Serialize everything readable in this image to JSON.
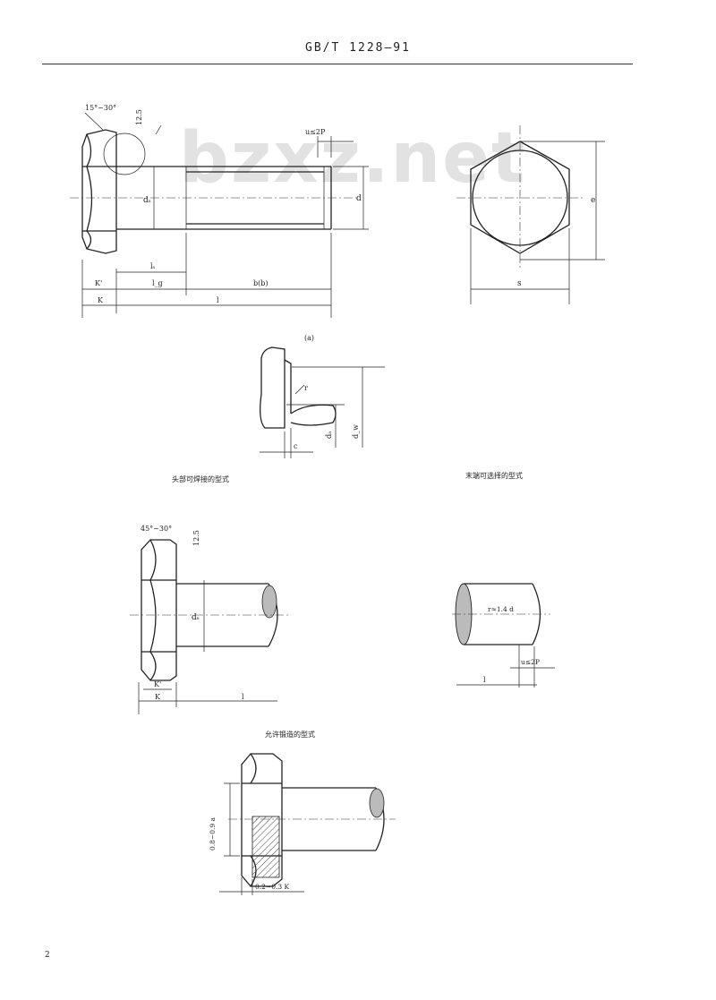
{
  "header": {
    "standard_no": "GB/T  1228—91"
  },
  "watermark": "bzxz.net",
  "page_number": "2",
  "figures": {
    "main_view": {
      "angle": "15°~30°",
      "roughness": "12.5",
      "u_spec": "u≤2P",
      "d": "d",
      "ds": "dₛ",
      "ls": "lₛ",
      "lg": "l_g",
      "b": "b(b)",
      "k_prime": "K'",
      "k": "K",
      "l": "l"
    },
    "end_view": {
      "s": "s",
      "e": "e"
    },
    "detail": {
      "title": "(a)",
      "r": "r",
      "da": "dₐ",
      "dw": "d_w",
      "c": "c"
    },
    "headless": {
      "angle": "45°~30°",
      "roughness": "12.5",
      "ds": "dₛ",
      "k_prime": "K'",
      "k": "K",
      "l": "l"
    },
    "end_cut": {
      "r_spec": "r≈1.4 d",
      "u_spec": "u≤2P",
      "l": "l"
    },
    "forged": {
      "h_spec": "0.8~0.9 a",
      "w_spec": "0.2~0.3 K"
    }
  },
  "captions": {
    "head_weld": "头部可焊接的型式",
    "thread_end": "末端可选择的型式",
    "forged_allowed": "允许锻造的型式"
  }
}
